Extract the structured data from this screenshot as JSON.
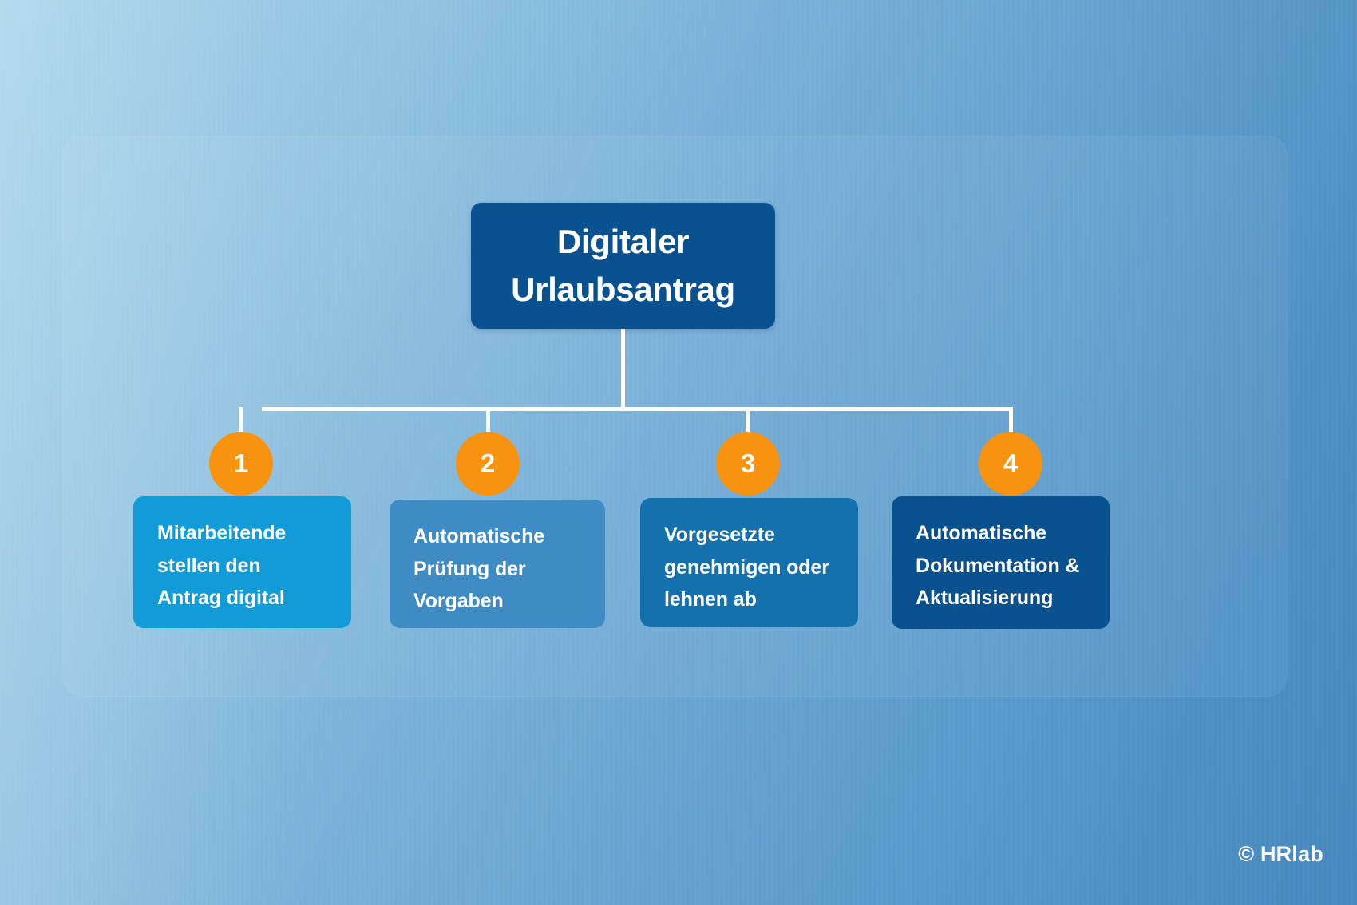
{
  "diagram": {
    "title": "Digitaler Urlaubsantrag",
    "root": {
      "line1": "Digitaler",
      "line2": "Urlaubsantrag",
      "color": "#0a5190"
    },
    "connector_color": "#ffffff",
    "badge_color": "#f7930e",
    "steps": [
      {
        "number": "1",
        "text": "Mitarbeitende stellen den Antrag digital",
        "color": "#119bd7"
      },
      {
        "number": "2",
        "text": "Automatische Prüfung der Vorgaben",
        "color": "#3f8bc4"
      },
      {
        "number": "3",
        "text": "Vorgesetzte genehmigen oder lehnen ab",
        "color": "#1571ae"
      },
      {
        "number": "4",
        "text": "Automatische Dokumentation & Aktualisierung",
        "color": "#0a5190"
      }
    ]
  },
  "watermark": {
    "text": "© HRlab"
  },
  "chart_data": {
    "type": "diagram",
    "layout": "tree",
    "title": "Digitaler Urlaubsantrag",
    "root": "Digitaler Urlaubsantrag",
    "children": [
      "Mitarbeitende stellen den Antrag digital",
      "Automatische Prüfung der Vorgaben",
      "Vorgesetzte genehmigen oder lehnen ab",
      "Automatische Dokumentation & Aktualisierung"
    ],
    "child_numbers": [
      "1",
      "2",
      "3",
      "4"
    ],
    "child_colors": [
      "#119bd7",
      "#3f8bc4",
      "#1571ae",
      "#0a5190"
    ],
    "root_color": "#0a5190",
    "badge_color": "#f7930e",
    "background": "blue-gradient",
    "legend": null,
    "annotations": [
      "© HRlab"
    ]
  }
}
